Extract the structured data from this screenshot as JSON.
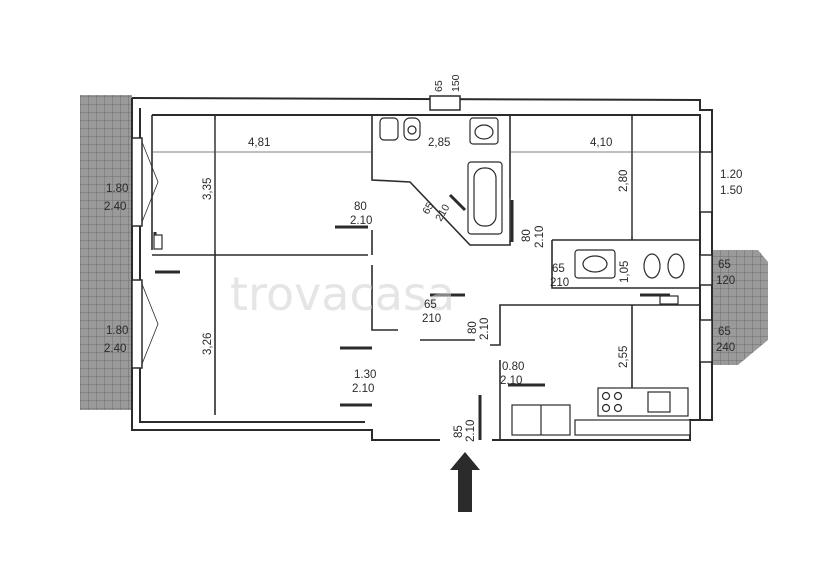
{
  "watermark": "trovacasa",
  "terrace_color": "#8c8c8c",
  "wall_color": "#2b2b2b",
  "labels": {
    "room_left_top_width": "4,81",
    "room_left_top_depth": "3,35",
    "room_left_bottom_depth": "3,26",
    "bath_width": "2,85",
    "room_right_top_width": "4,10",
    "room_right_top_depth": "2,80",
    "utility_depth": "1,05",
    "kitchen_depth": "2,55",
    "top_window_w": "65",
    "top_window_h": "150",
    "left_window_top_w": "1.80",
    "left_window_top_h": "2.40",
    "left_window_bottom_w": "1.80",
    "left_window_bottom_h": "2.40",
    "right_window_top_w": "1.20",
    "right_window_top_h": "1.50",
    "right_window_mid_w": "65",
    "right_window_mid_h": "120",
    "right_window_low_w": "65",
    "right_window_low_h": "240",
    "door_1_w": "80",
    "door_1_h": "2.10",
    "door_bath_w": "65",
    "door_bath_h": "210",
    "door_3_w": "80",
    "door_3_h": "2.10",
    "door_4_w": "65",
    "door_4_h": "210",
    "door_5_w": "65",
    "door_5_h": "210",
    "door_6_w": "80",
    "door_6_h": "2.10",
    "door_7_w": "1.30",
    "door_7_h": "2.10",
    "door_8_w": "0.80",
    "door_8_h": "2.10",
    "entrance_w": "85",
    "entrance_h": "2.10"
  }
}
